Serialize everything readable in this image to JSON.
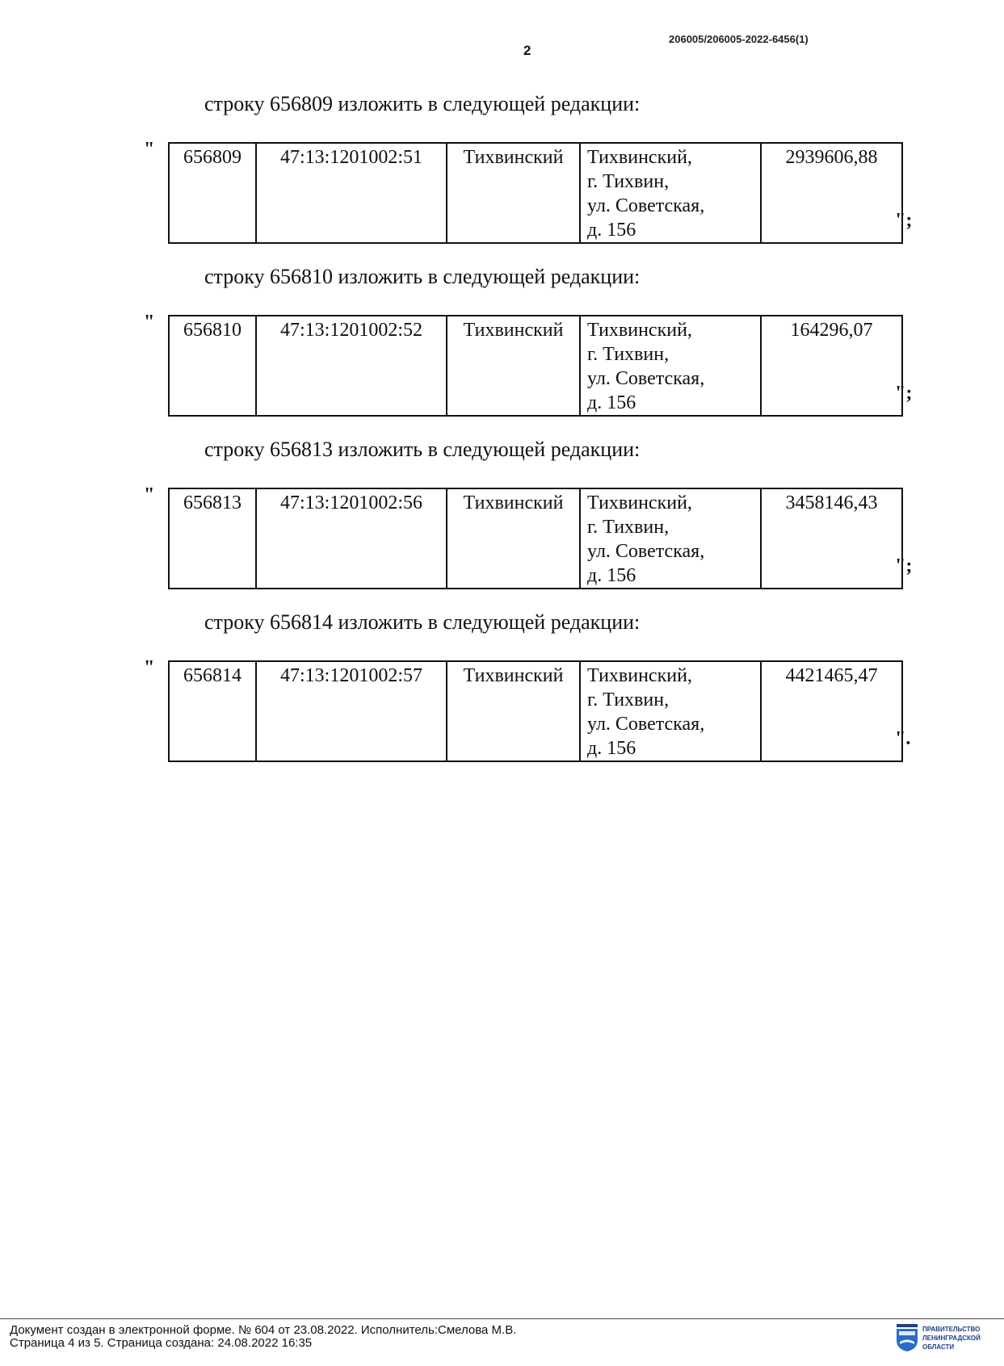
{
  "header": {
    "doc_number": "206005/206005-2022-6456(1)",
    "page_number": "2"
  },
  "open_quote": "\"",
  "blocks": [
    {
      "instruction": "строку 656809 изложить в следующей редакции:",
      "cells": [
        "656809",
        "47:13:1201002:51",
        "Тихвинский",
        [
          "Тихвинский,",
          "г. Тихвин,",
          "ул. Советская,",
          "д. 156"
        ],
        "2939606,88"
      ],
      "closing": "\";"
    },
    {
      "instruction": "строку 656810 изложить в следующей редакции:",
      "cells": [
        "656810",
        "47:13:1201002:52",
        "Тихвинский",
        [
          "Тихвинский,",
          "г. Тихвин,",
          "ул. Советская,",
          "д. 156"
        ],
        "164296,07"
      ],
      "closing": "\";"
    },
    {
      "instruction": "строку 656813 изложить в следующей редакции:",
      "cells": [
        "656813",
        "47:13:1201002:56",
        "Тихвинский",
        [
          "Тихвинский,",
          "г. Тихвин,",
          "ул. Советская,",
          "д. 156"
        ],
        "3458146,43"
      ],
      "closing": "\";"
    },
    {
      "instruction": "строку 656814 изложить в следующей редакции:",
      "cells": [
        "656814",
        "47:13:1201002:57",
        "Тихвинский",
        [
          "Тихвинский,",
          "г. Тихвин,",
          "ул. Советская,",
          "д. 156"
        ],
        "4421465,47"
      ],
      "closing": "\"."
    }
  ],
  "footer": {
    "line1": "Документ создан в электронной форме. № 604 от 23.08.2022. Исполнитель:Смелова М.В.",
    "line2": "Страница 4 из 5. Страница создана: 24.08.2022 16:35",
    "logo_lines": [
      "ПРАВИТЕЛЬСТВО",
      "ЛЕНИНГРАДСКОЙ",
      "ОБЛАСТИ"
    ]
  }
}
